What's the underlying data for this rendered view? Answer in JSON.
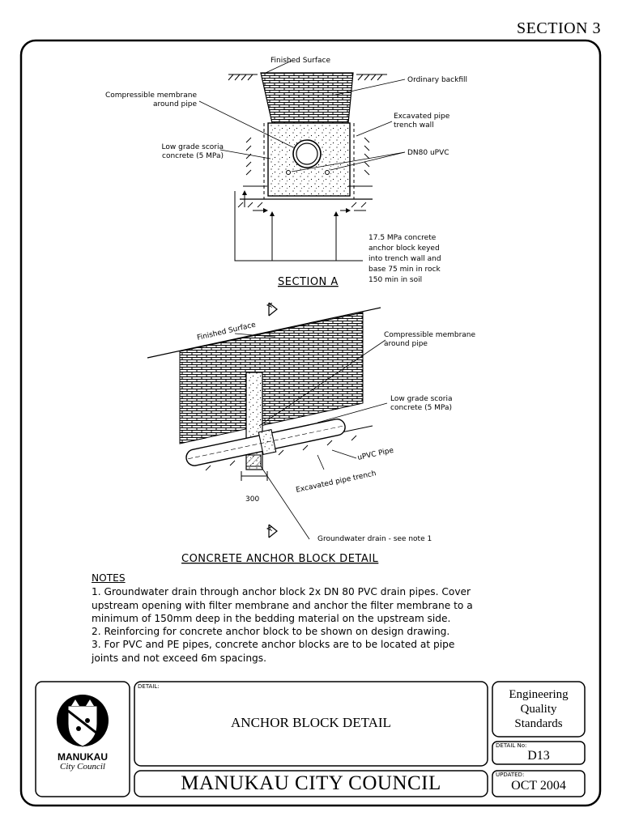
{
  "header": {
    "section": "SECTION 3"
  },
  "section_a": {
    "title": "SECTION A",
    "labels": {
      "finished_surface": "Finished Surface",
      "ordinary_backfill": "Ordinary backfill",
      "compressible_1": "Compressible membrane",
      "compressible_2": "around pipe",
      "excavated_1": "Excavated pipe",
      "excavated_2": "trench wall",
      "low_grade_1": "Low grade scoria",
      "low_grade_2": "concrete (5 MPa)",
      "dn80": "DN80 uPVC",
      "anchor_1": "17.5 MPa concrete",
      "anchor_2": "anchor block keyed",
      "anchor_3": "into trench wall and",
      "anchor_4": "base 75 min in rock",
      "anchor_5": "150 min in soil"
    }
  },
  "anchor_detail": {
    "title": "CONCRETE ANCHOR BLOCK DETAIL",
    "section_mark": "A",
    "labels": {
      "finished_surface": "Finished Surface",
      "compressible_1": "Compressible membrane",
      "compressible_2": "around pipe",
      "low_grade_1": "Low grade scoria",
      "low_grade_2": "concrete (5 MPa)",
      "upvc": "uPVC Pipe",
      "excavated": "Excavated pipe trench",
      "dim_300": "300",
      "groundwater": "Groundwater drain - see note 1"
    }
  },
  "notes": {
    "heading": "NOTES",
    "lines": [
      "1. Groundwater drain through anchor block 2x DN 80 PVC drain pipes. Cover",
      "upstream opening with filter membrane and anchor the filter membrane to a",
      "minimum of 150mm deep in the bedding material on the upstream side.",
      "2. Reinforcing for concrete anchor block to be shown on design drawing.",
      "3. For PVC and PE pipes, concrete anchor blocks are to be located at pipe",
      "joints and not exceed 6m spacings."
    ]
  },
  "title_block": {
    "logo_name": "MANUKAU",
    "logo_sub": "City Council",
    "detail_label": "DETAIL:",
    "detail_title": "ANCHOR BLOCK DETAIL",
    "council": "MANUKAU CITY COUNCIL",
    "standards_1": "Engineering",
    "standards_2": "Quality",
    "standards_3": "Standards",
    "detail_no_label": "DETAIL  No:",
    "detail_no": "D13",
    "updated_label": "UPDATED:",
    "updated": "OCT 2004"
  }
}
